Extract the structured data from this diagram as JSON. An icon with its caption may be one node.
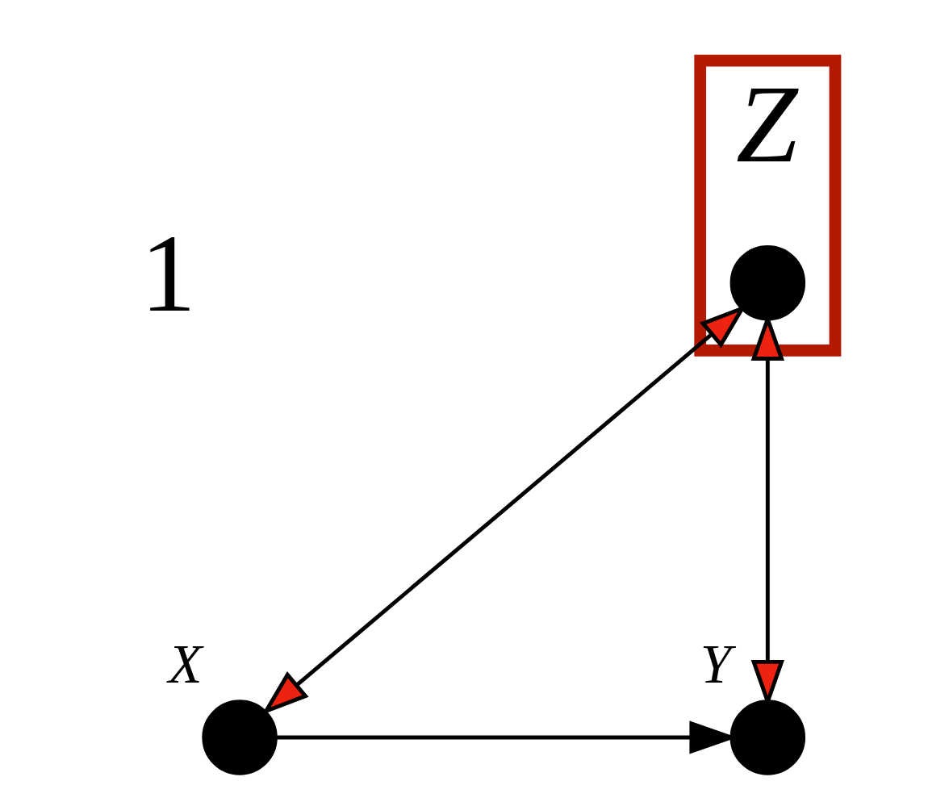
{
  "diagram": {
    "nodes": [
      {
        "text": [
          "Z"
        ]
      },
      {
        "text": [],
        "shape": "circle",
        "in": 0
      },
      {
        "text": [],
        "shape": "circle",
        "beside": [
          "X"
        ]
      },
      {
        "text": [],
        "shape": "circle",
        "beside": [
          "Y"
        ]
      }
    ],
    "edges": [
      {
        "from": 1,
        "to": 2,
        "arrow": "both"
      },
      {
        "from": 1,
        "to": 3,
        "arrow": "both"
      },
      {
        "from": 2,
        "to": 3,
        "arrow": "to"
      }
    ],
    "labels": [
      "1"
    ]
  }
}
